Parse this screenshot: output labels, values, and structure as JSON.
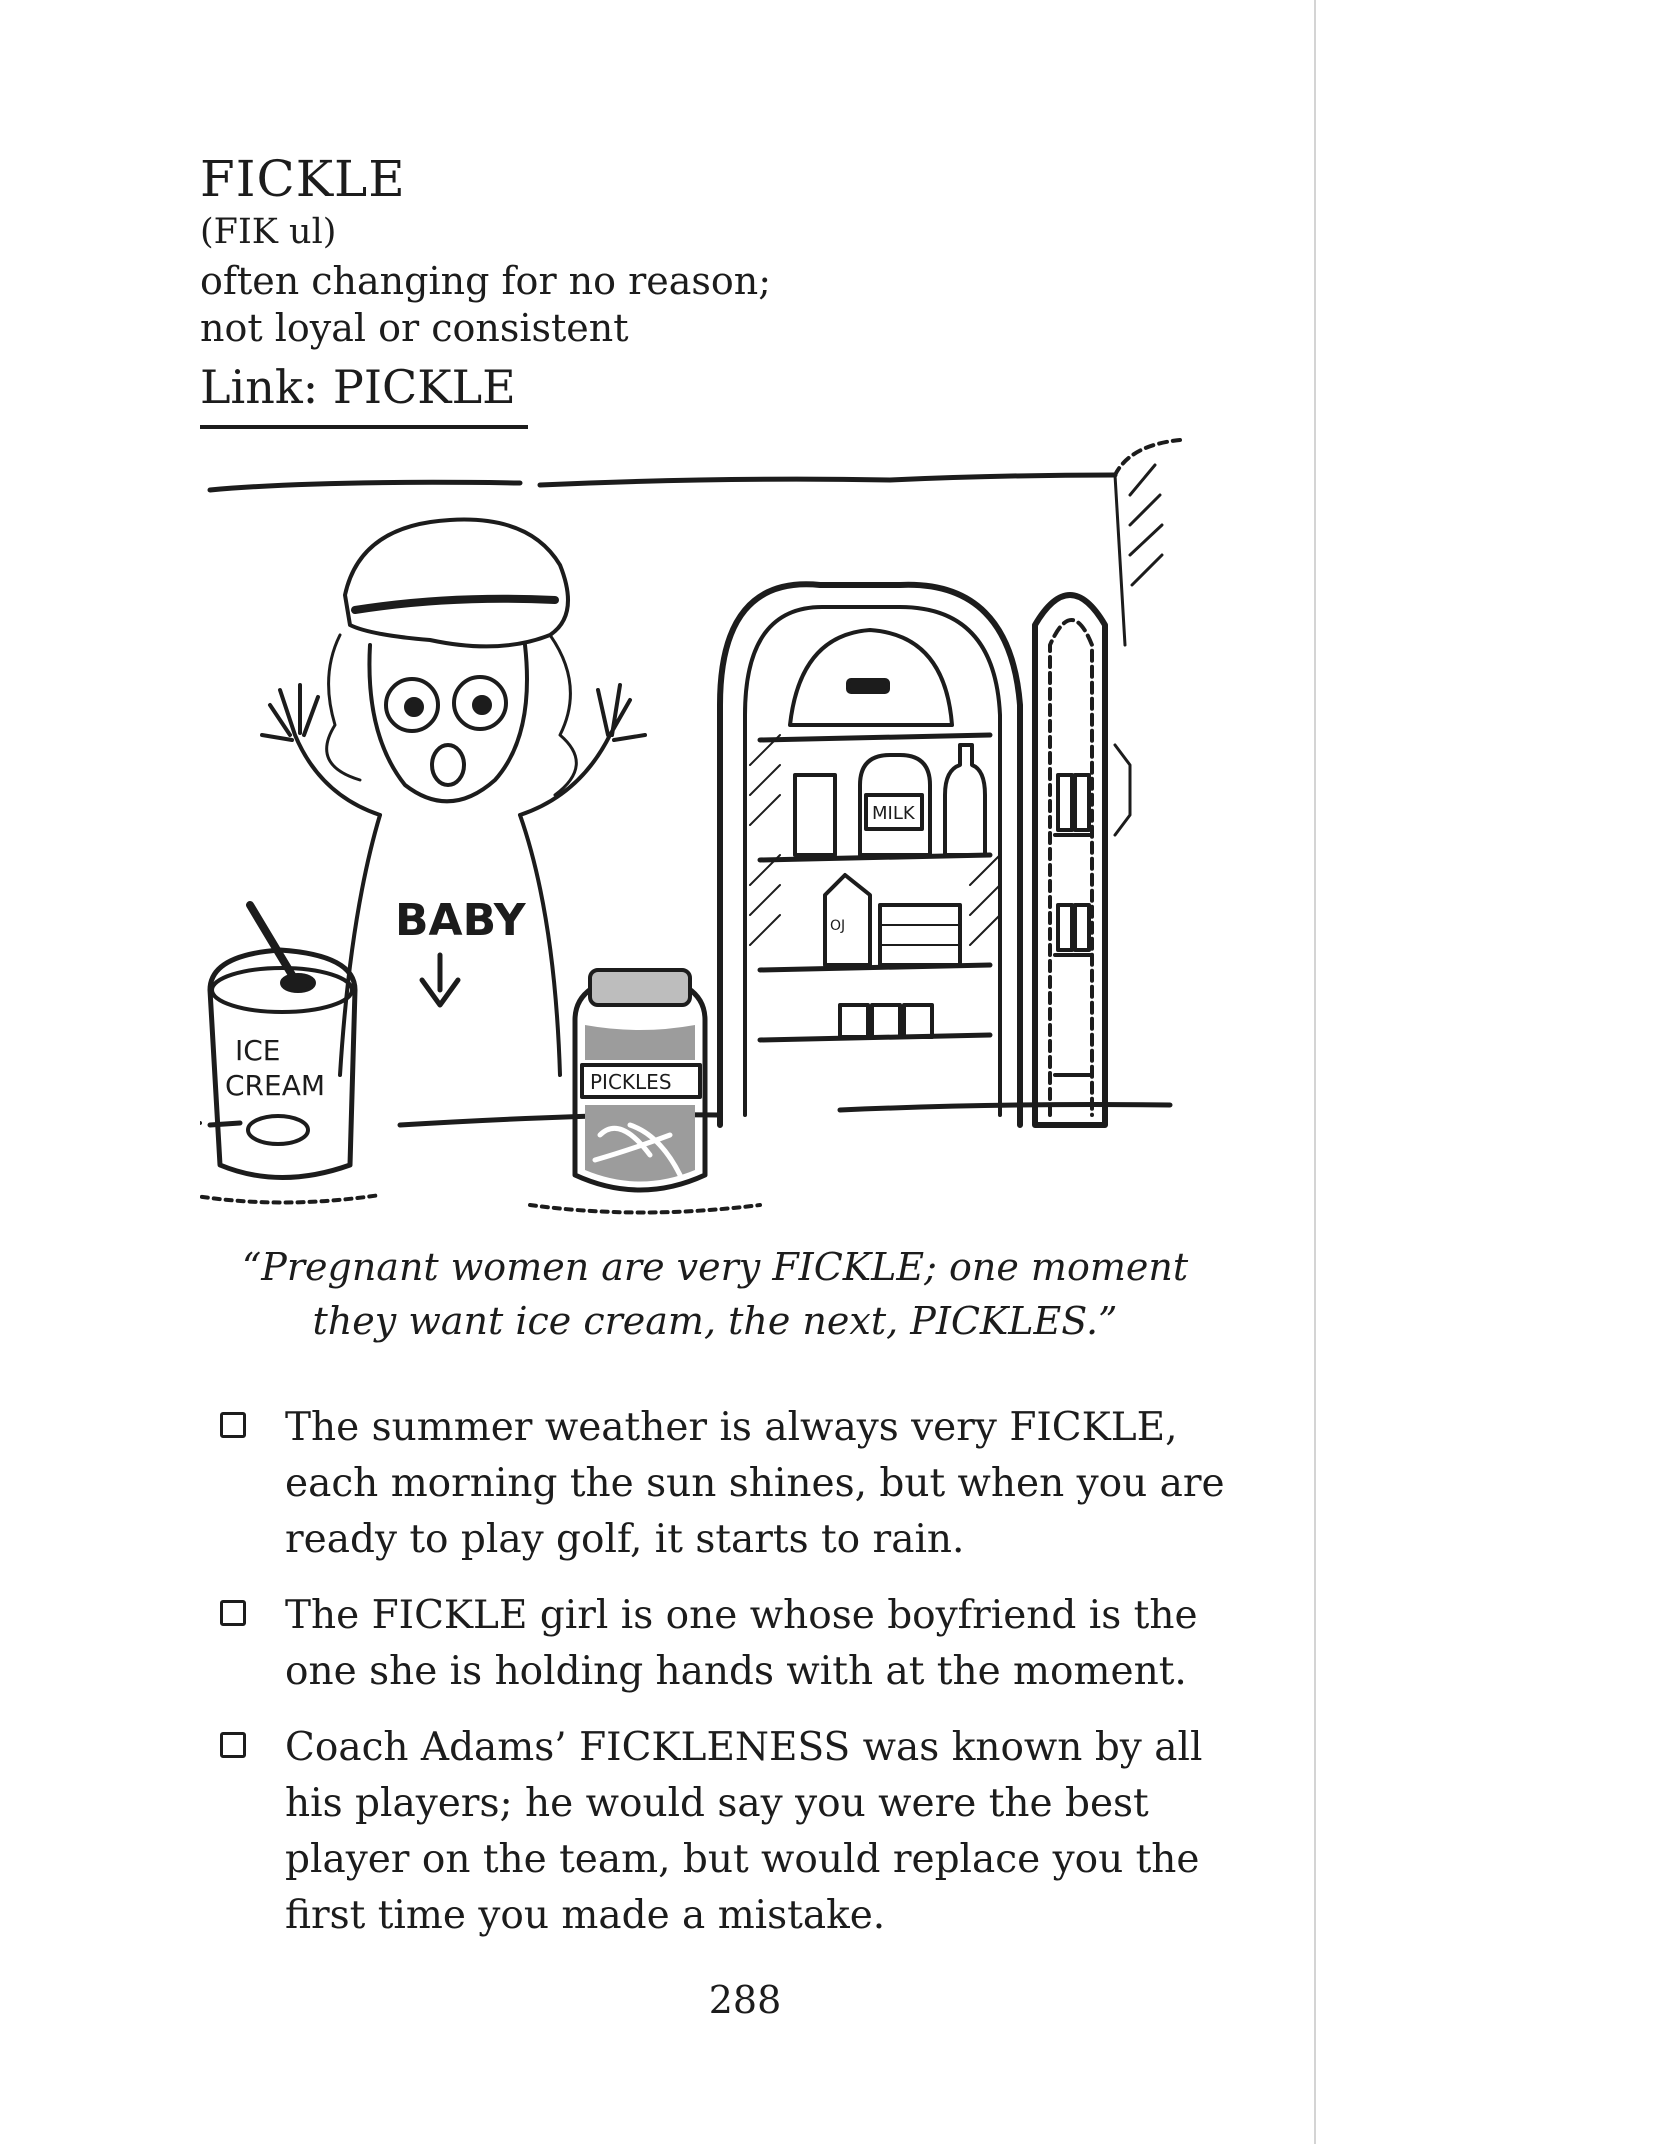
{
  "entry": {
    "headword": "FICKLE",
    "pronunciation": "(FIK ul)",
    "definition": [
      "often changing for no reason;",
      "not loyal or consistent"
    ],
    "link": "Link:  PICKLE"
  },
  "illustration": {
    "labels": {
      "shirt": "BABY",
      "jar": "PICKLES",
      "ice_cream_1": "ICE",
      "ice_cream_2": "CREAM",
      "milk": "MILK",
      "oj": "OJ"
    }
  },
  "caption": {
    "line1": "“Pregnant women are very FICKLE; one moment",
    "line2": "they want ice cream, the next, PICKLES.”"
  },
  "examples": [
    "The summer weather is always very FICKLE, each morning the sun shines, but when you are ready to play golf, it starts to rain.",
    "The FICKLE girl is one whose boyfriend is the one she is holding hands with at the moment.",
    "Coach Adams’ FICKLENESS was known by all his players; he would say you were the best player on the team, but would replace you the first time you made a mistake."
  ],
  "page_number": "288"
}
